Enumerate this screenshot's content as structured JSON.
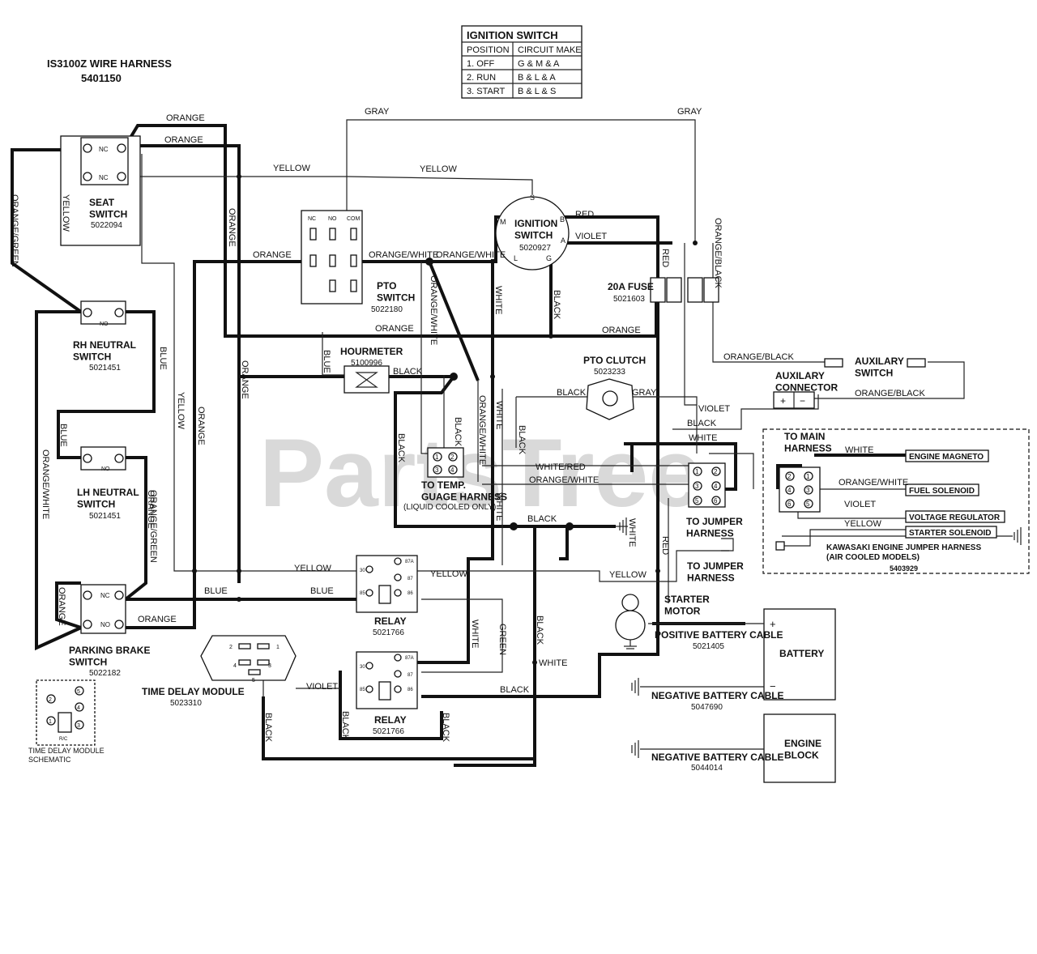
{
  "title": {
    "line1": "IS3100Z WIRE HARNESS",
    "line2": "5401150"
  },
  "watermark": "PartsTree",
  "ignition_table": {
    "title": "IGNITION SWITCH",
    "headers": [
      "POSITION",
      "CIRCUIT MAKE"
    ],
    "rows": [
      [
        "1. OFF",
        "G & M & A"
      ],
      [
        "2. RUN",
        "B & L & A"
      ],
      [
        "3. START",
        "B & L & S"
      ]
    ]
  },
  "components": {
    "seat_switch": {
      "name": "SEAT\nSWITCH",
      "part": "5022094",
      "nc": "NC",
      "terminal_nc": "NC"
    },
    "rh_neutral": {
      "name": "RH NEUTRAL\nSWITCH",
      "part": "5021451",
      "no": "NO"
    },
    "lh_neutral": {
      "name": "LH NEUTRAL\nSWITCH",
      "part": "5021451",
      "no": "NO"
    },
    "parking_brake": {
      "name": "PARKING BRAKE\nSWITCH",
      "part": "5022182",
      "nc": "NC",
      "no": "NO"
    },
    "pto_switch": {
      "name": "PTO\nSWITCH",
      "part": "5022180",
      "terms": [
        "NC",
        "NO",
        "COM"
      ]
    },
    "ignition_switch": {
      "name": "IGNITION\nSWITCH",
      "part": "5020927",
      "pins": [
        "S",
        "M",
        "B",
        "A",
        "L",
        "G"
      ]
    },
    "fuse": {
      "name": "20A FUSE",
      "part": "5021603"
    },
    "hourmeter": {
      "name": "HOURMETER",
      "part": "5100996"
    },
    "pto_clutch": {
      "name": "PTO CLUTCH",
      "part": "5023233"
    },
    "temp_gauge": {
      "name": "TO TEMP.\nGUAGE HARNESS",
      "note": "(LIQUID COOLED ONLY)",
      "pins": [
        "1",
        "2",
        "3",
        "4"
      ]
    },
    "aux_switch": {
      "name": "AUXILARY\nSWITCH"
    },
    "aux_connector": {
      "name": "AUXILARY\nCONNECTOR",
      "plus": "+",
      "minus": "−"
    },
    "jumper_1": {
      "name": "TO JUMPER\nHARNESS",
      "pins": [
        "1",
        "2",
        "3",
        "4",
        "5",
        "6"
      ]
    },
    "jumper_2": {
      "name": "TO JUMPER\nHARNESS"
    },
    "relay_1": {
      "name": "RELAY",
      "part": "5021766",
      "pins": [
        "30",
        "87A",
        "87",
        "85",
        "86"
      ]
    },
    "relay_2": {
      "name": "RELAY",
      "part": "5021766",
      "pins": [
        "30",
        "87A",
        "87",
        "85",
        "86"
      ]
    },
    "time_delay": {
      "name": "TIME DELAY MODULE",
      "part": "5023310",
      "pins": [
        "2",
        "1",
        "4",
        "3",
        "5"
      ]
    },
    "time_delay_schematic": {
      "name": "TIME DELAY MODULE\nSCHEMATIC",
      "pins": [
        "2",
        "5",
        "4",
        "1",
        "3"
      ],
      "rc": "R/C"
    },
    "starter_motor": {
      "name": "STARTER\nMOTOR"
    },
    "battery": {
      "name": "BATTERY",
      "plus": "+",
      "minus": "−"
    },
    "engine_block": {
      "name": "ENGINE\nBLOCK"
    },
    "pos_cable": {
      "name": "POSITIVE BATTERY CABLE",
      "part": "5021405"
    },
    "neg_cable_1": {
      "name": "NEGATIVE BATTERY CABLE",
      "part": "5047690"
    },
    "neg_cable_2": {
      "name": "NEGATIVE BATTERY CABLE",
      "part": "5044014"
    },
    "kawasaki": {
      "to_main": "TO MAIN\nHARNESS",
      "pins": [
        "2",
        "1",
        "4",
        "3",
        "6",
        "5"
      ],
      "title": "KAWASAKI ENGINE JUMPER HARNESS\n(AIR COOLED MODELS)",
      "part": "5403929",
      "outputs": [
        "ENGINE MAGNETO",
        "FUEL SOLENOID",
        "VOLTAGE REGULATOR",
        "STARTER SOLENOID"
      ]
    }
  },
  "wire_labels": [
    "ORANGE",
    "ORANGE",
    "GRAY",
    "GRAY",
    "YELLOW",
    "YELLOW",
    "ORANGE/GREEN",
    "YELLOW",
    "ORANGE",
    "ORANGE",
    "ORANGE/WHITE",
    "ORANGE/WHITE",
    "RED",
    "VIOLET",
    "RED",
    "ORANGE/BLACK",
    "ORANGE/WHITE",
    "WHITE",
    "BLACK",
    "ORANGE",
    "ORANGE",
    "BLUE",
    "BLUE",
    "ORANGE",
    "ORANGE",
    "YELLOW",
    "ORANGE",
    "BLACK",
    "ORANGE/BLACK",
    "ORANGE/BLACK",
    "BLACK",
    "GRAY",
    "VIOLET",
    "BLACK",
    "WHITE",
    "BLACK",
    "BLACK",
    "ORANGE/WHITE",
    "WHITE",
    "WHITE",
    "BLACK",
    "WHITE/RED",
    "ORANGE/WHITE",
    "BLACK",
    "ORANGE/WHITE",
    "ORANGE/GREEN",
    "WHITE",
    "RED",
    "YELLOW",
    "BLUE",
    "BLUE",
    "YELLOW",
    "YELLOW",
    "BLUE",
    "WHITE",
    "GREEN",
    "BLACK",
    "WHITE",
    "VIOLET",
    "BLACK",
    "BLACK",
    "BLACK",
    "BLACK",
    "ORANGE",
    "ORANGE",
    "WHITE",
    "ORANGE/WHITE",
    "VIOLET",
    "YELLOW"
  ]
}
